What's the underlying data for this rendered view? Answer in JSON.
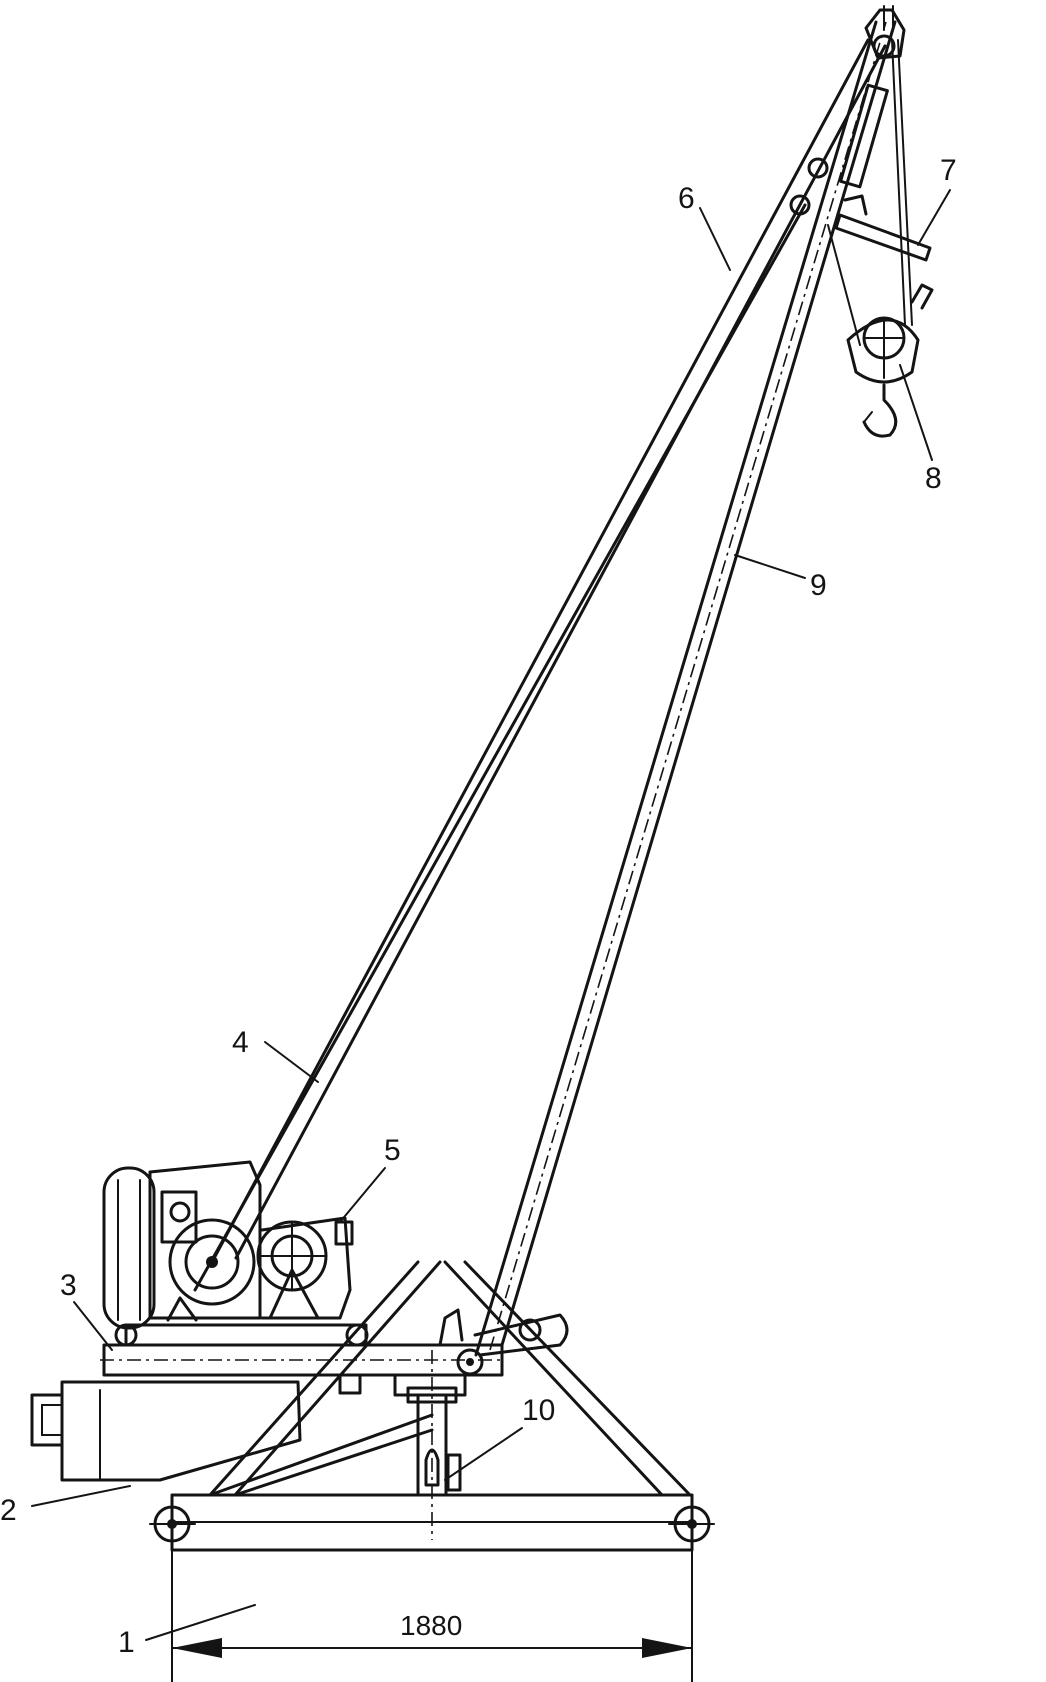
{
  "callouts": [
    {
      "id": "1",
      "label": "1"
    },
    {
      "id": "2",
      "label": "2"
    },
    {
      "id": "3",
      "label": "3"
    },
    {
      "id": "4",
      "label": "4"
    },
    {
      "id": "5",
      "label": "5"
    },
    {
      "id": "6",
      "label": "6"
    },
    {
      "id": "7",
      "label": "7"
    },
    {
      "id": "8",
      "label": "8"
    },
    {
      "id": "9",
      "label": "9"
    },
    {
      "id": "10",
      "label": "10"
    }
  ],
  "dimension": {
    "label": "1880"
  },
  "colors": {
    "ink": "#141414",
    "background": "#ffffff"
  }
}
